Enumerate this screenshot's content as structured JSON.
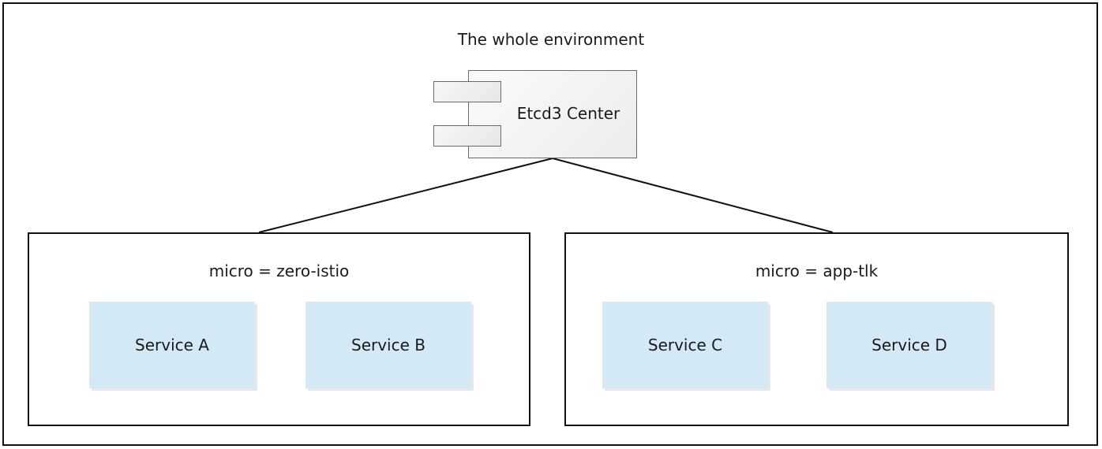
{
  "title": "The whole environment",
  "center": {
    "label": "Etcd3 Center"
  },
  "groups": [
    {
      "label": "micro = zero-istio",
      "services": [
        "Service A",
        "Service B"
      ]
    },
    {
      "label": "micro = app-tlk",
      "services": [
        "Service C",
        "Service D"
      ]
    }
  ],
  "colors": {
    "service_fill": "#d3e9f6",
    "component_fill": "#ececec",
    "line": "#111111"
  }
}
